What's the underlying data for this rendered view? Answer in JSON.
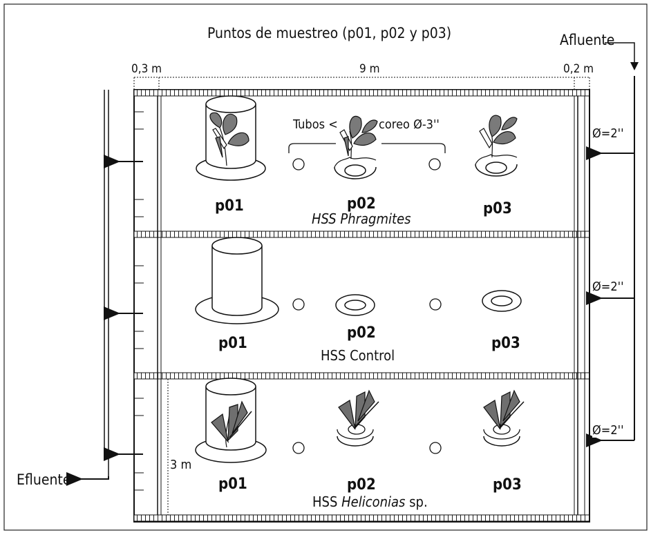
{
  "title": "Puntos de muestreo (p01, p02 y p03)",
  "inflow_label": "Afluente",
  "outflow_label": "Efluente",
  "dimensions": {
    "left_margin": "0,3 m",
    "length": "9 m",
    "right_margin": "0,2 m",
    "width": "3 m"
  },
  "tubes_annotation": {
    "prefix": "Tubos",
    "suffix": "coreo Ø-3''"
  },
  "pipe_diameter": "Ø=2''",
  "cells": [
    {
      "name_prefix": "",
      "name_italic": "HSS Phragmites",
      "name_suffix": "",
      "vegetation": "Phragmites",
      "points": [
        "p01",
        "p02",
        "p03"
      ]
    },
    {
      "name_prefix": "HSS Control",
      "name_italic": "",
      "name_suffix": "",
      "vegetation": "none",
      "points": [
        "p01",
        "p02",
        "p03"
      ]
    },
    {
      "name_prefix": "HSS ",
      "name_italic": "Heliconias",
      "name_suffix": " sp.",
      "vegetation": "Heliconias",
      "points": [
        "p01",
        "p02",
        "p03"
      ]
    }
  ]
}
